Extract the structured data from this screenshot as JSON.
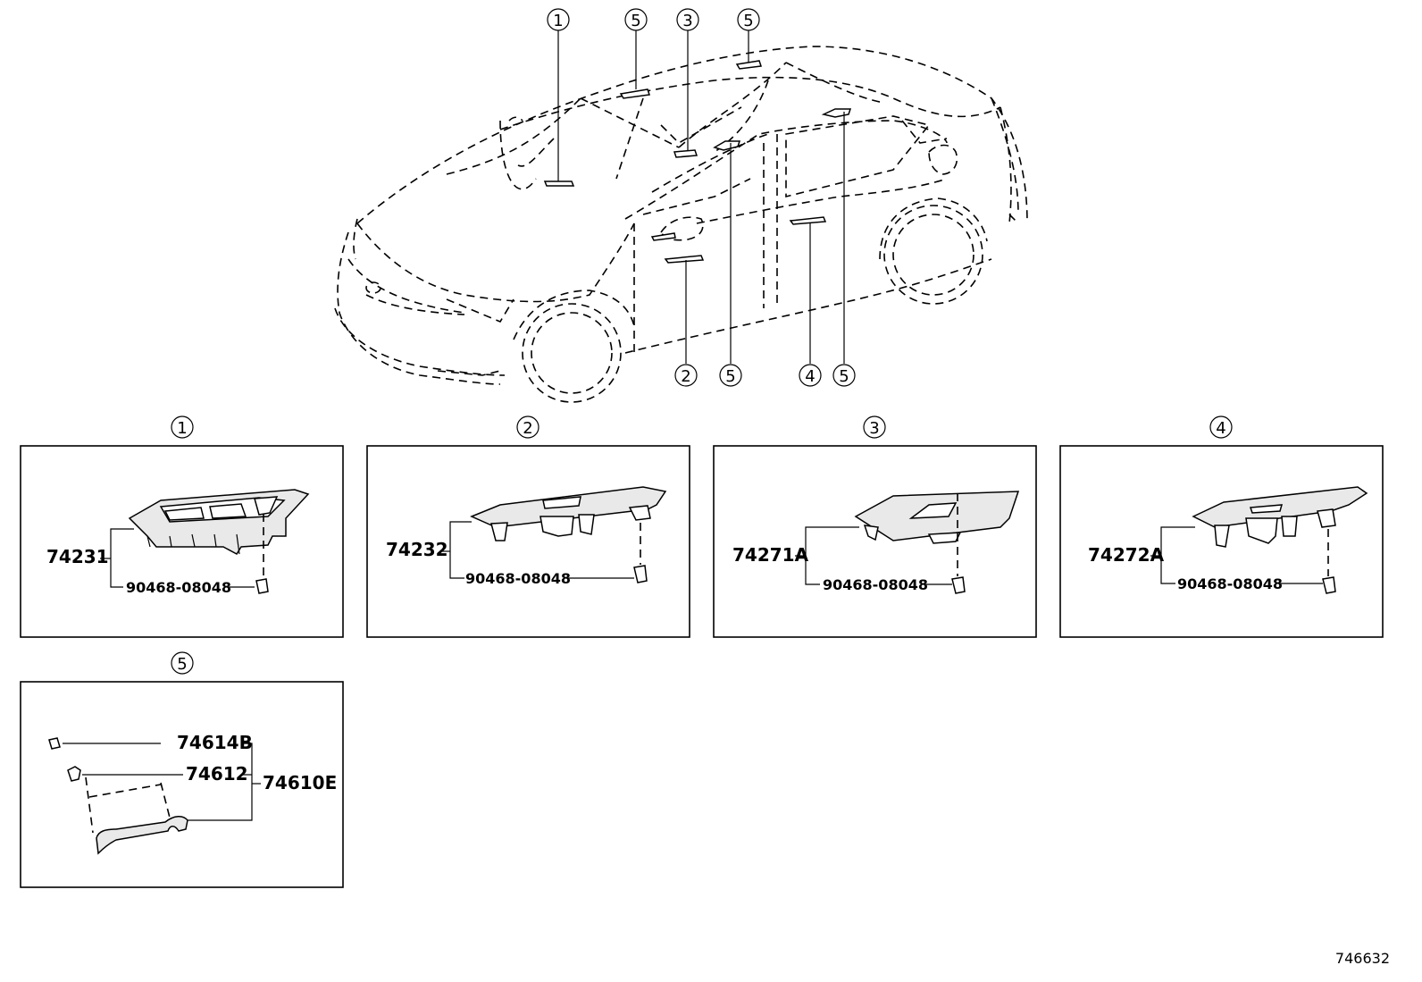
{
  "callouts": {
    "c1": "1",
    "c2": "2",
    "c3": "3",
    "c4": "4",
    "c5": "5"
  },
  "panels": {
    "p1": {
      "header": "1",
      "main_part": "74231",
      "sub_part": "90468-08048"
    },
    "p2": {
      "header": "2",
      "main_part": "74232",
      "sub_part": "90468-08048"
    },
    "p3": {
      "header": "3",
      "main_part": "74271A",
      "sub_part": "90468-08048"
    },
    "p4": {
      "header": "4",
      "main_part": "74272A",
      "sub_part": "90468-08048"
    },
    "p5": {
      "header": "5",
      "part_a": "74614B",
      "part_b": "74612",
      "assembly": "74610E"
    }
  },
  "diagram_id": "746632"
}
